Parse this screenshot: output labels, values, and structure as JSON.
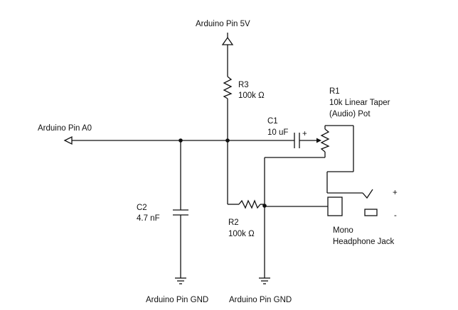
{
  "labels": {
    "pin_5v": "Arduino Pin 5V",
    "pin_a0": "Arduino Pin A0",
    "pin_gnd_left": "Arduino Pin GND",
    "pin_gnd_right": "Arduino Pin GND",
    "r3_name": "R3",
    "r3_value": "100k Ω",
    "r1_name": "R1",
    "r1_desc_line1": "10k Linear Taper",
    "r1_desc_line2": "(Audio) Pot",
    "c1_name": "C1",
    "c1_value": "10 uF",
    "c1_polarity": "+",
    "c2_name": "C2",
    "c2_value": "4.7 nF",
    "r2_name": "R2",
    "r2_value": "100k Ω",
    "jack_plus": "+",
    "jack_minus": "-",
    "jack_line1": "Mono",
    "jack_line2": "Headphone Jack"
  }
}
